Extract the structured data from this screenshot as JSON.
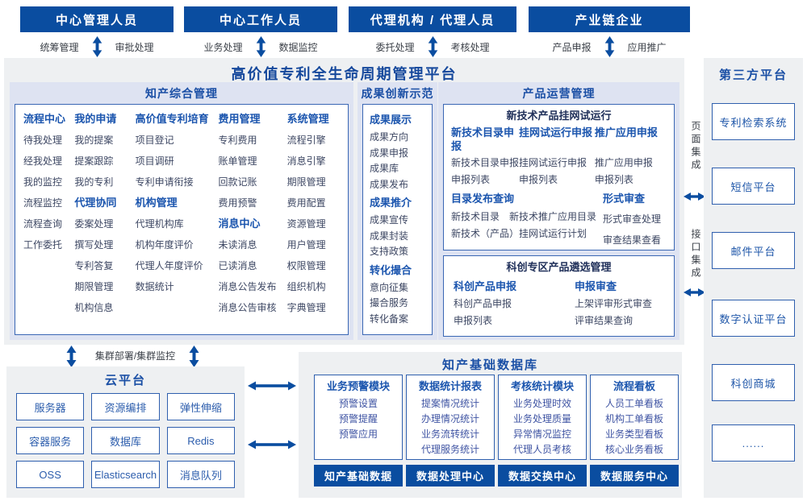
{
  "colors": {
    "primary_blue": "#0a4da0",
    "header_text_blue": "#1b55ae",
    "section_bg": "#dee3f2",
    "panel_bg": "#eef0f2",
    "item_text": "#3d4763"
  },
  "actors": [
    {
      "title": "中心管理人员",
      "left": "统筹管理",
      "right": "审批处理"
    },
    {
      "title": "中心工作人员",
      "left": "业务处理",
      "right": "数据监控"
    },
    {
      "title": "代理机构 / 代理人员",
      "left": "委托处理",
      "right": "考核处理"
    },
    {
      "title": "产业链企业",
      "left": "产品申报",
      "right": "应用推广"
    }
  ],
  "platform": {
    "title": "高价值专利全生命周期管理平台",
    "comprehensive": {
      "title": "知产综合管理",
      "columns": [
        {
          "groups": [
            {
              "header": "流程中心",
              "items": [
                "待我处理",
                "经我处理",
                "我的监控",
                "流程监控",
                "流程查询",
                "工作委托"
              ]
            }
          ]
        },
        {
          "groups": [
            {
              "header": "我的申请",
              "items": [
                "我的提案",
                "提案跟踪",
                "我的专利"
              ]
            },
            {
              "header": "代理协同",
              "items": [
                "委案处理",
                "撰写处理",
                "专利答复",
                "期限管理",
                "机构信息"
              ]
            }
          ]
        },
        {
          "groups": [
            {
              "header": "高价值专利培育",
              "items": [
                "项目登记",
                "项目调研",
                "专利申请衔接"
              ]
            },
            {
              "header": "机构管理",
              "items": [
                "代理机构库",
                "机构年度评价",
                "代理人年度评价",
                "数据统计"
              ]
            }
          ]
        },
        {
          "groups": [
            {
              "header": "费用管理",
              "items": [
                "专利费用",
                "账单管理",
                "回款记账",
                "费用预警"
              ]
            },
            {
              "header": "消息中心",
              "items": [
                "未读消息",
                "已读消息",
                "消息公告发布",
                "消息公告审核"
              ]
            }
          ]
        },
        {
          "groups": [
            {
              "header": "系统管理",
              "items": [
                "流程引擎",
                "消息引擎",
                "期限管理",
                "费用配置",
                "资源管理",
                "用户管理",
                "权限管理",
                "组织机构",
                "字典管理"
              ]
            }
          ]
        }
      ]
    },
    "innovation": {
      "title": "成果创新示范",
      "groups": [
        {
          "header": "成果展示",
          "items": [
            "成果方向",
            "成果申报",
            "成果库",
            "成果发布"
          ]
        },
        {
          "header": "成果推介",
          "items": [
            "成果宣传",
            "成果封装",
            "支持政策"
          ]
        },
        {
          "header": "转化撮合",
          "items": [
            "意向征集",
            "撮合服务",
            "转化备案"
          ]
        }
      ]
    },
    "product": {
      "title": "产品运营管理",
      "trial": {
        "title": "新技术产品挂网试运行",
        "columns": [
          {
            "header": "新技术目录申报",
            "items": [
              "新技术目录申报",
              "申报列表"
            ]
          },
          {
            "header": "挂网试运行申报",
            "items": [
              "挂网试运行申报",
              "申报列表"
            ]
          },
          {
            "header": "推广应用申报",
            "items": [
              "推广应用申报",
              "申报列表"
            ]
          }
        ],
        "catalog": {
          "header": "目录发布查询",
          "row1": [
            "新技术目录",
            "新技术推广应用目录"
          ],
          "row2": "新技术（产品）挂网试运行计划"
        },
        "review": {
          "header": "形式审查",
          "items": [
            "形式审查处理",
            "审查结果查看"
          ]
        }
      },
      "selection": {
        "title": "科创专区产品遴选管理",
        "columns": [
          {
            "header": "科创产品申报",
            "items": [
              "科创产品申报",
              "申报列表"
            ]
          },
          {
            "header": "申报审查",
            "items": [
              "上架评审形式审查",
              "评审结果查询"
            ]
          }
        ]
      }
    }
  },
  "integration": {
    "page": "页面集成",
    "interface": "接口集成"
  },
  "third_party": {
    "title": "第三方平台",
    "items": [
      "专利检索系统",
      "短信平台",
      "邮件平台",
      "数字认证平台",
      "科创商城",
      "......"
    ]
  },
  "cluster_label": "集群部署/集群监控",
  "cloud": {
    "title": "云平台",
    "items": [
      "服务器",
      "资源编排",
      "弹性伸缩",
      "容器服务",
      "数据库",
      "Redis",
      "OSS",
      "Elasticsearch",
      "消息队列"
    ]
  },
  "data_platform": {
    "title": "知产基础数据库",
    "modules": [
      {
        "header": "业务预警模块",
        "items": [
          "预警设置",
          "预警提醒",
          "预警应用"
        ]
      },
      {
        "header": "数据统计报表",
        "items": [
          "提案情况统计",
          "办理情况统计",
          "业务流转统计",
          "代理服务统计"
        ]
      },
      {
        "header": "考核统计模块",
        "items": [
          "业务处理时效",
          "业务处理质量",
          "异常情况监控",
          "代理人员考核"
        ]
      },
      {
        "header": "流程看板",
        "items": [
          "人员工单看板",
          "机构工单看板",
          "业务类型看板",
          "核心业务看板"
        ]
      }
    ],
    "bars": [
      "知产基础数据",
      "数据处理中心",
      "数据交换中心",
      "数据服务中心"
    ]
  }
}
